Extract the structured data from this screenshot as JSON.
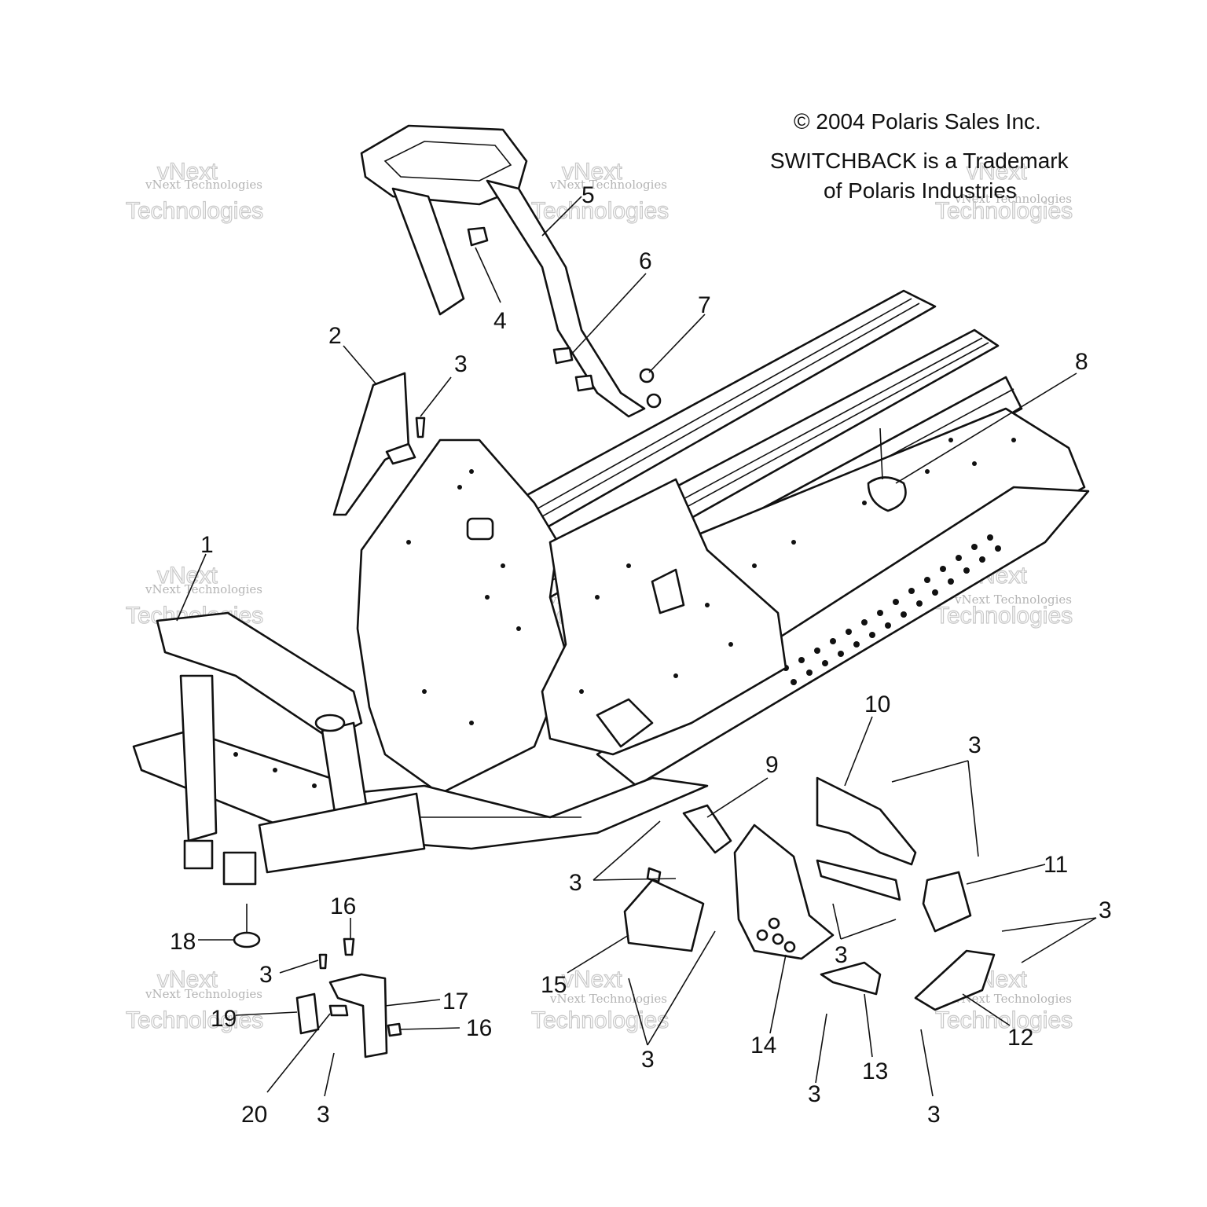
{
  "copyright": {
    "line1": "© 2004 Polaris Sales Inc.",
    "line2": "SWITCHBACK is a Trademark",
    "line3": "of Polaris Industries"
  },
  "watermark": {
    "line1": "vNext Technologies",
    "line2": "vNext",
    "line3": "Technologies"
  },
  "callouts": {
    "c1": "1",
    "c2": "2",
    "c3a": "3",
    "c4": "4",
    "c5": "5",
    "c6": "6",
    "c7": "7",
    "c8": "8",
    "c9": "9",
    "c10": "10",
    "c3b": "3",
    "c11": "11",
    "c3c": "3",
    "c3d": "3",
    "c3e": "3",
    "c12": "12",
    "c3f": "3",
    "c13": "13",
    "c14": "14",
    "c3g": "3",
    "c15": "15",
    "c3h": "3",
    "c16a": "16",
    "c18": "18",
    "c3i": "3",
    "c17": "17",
    "c19": "19",
    "c16b": "16",
    "c20": "20",
    "c3j": "3"
  },
  "colors": {
    "ink": "#111111",
    "watermark": "#c8c8c8",
    "background": "#ffffff"
  }
}
